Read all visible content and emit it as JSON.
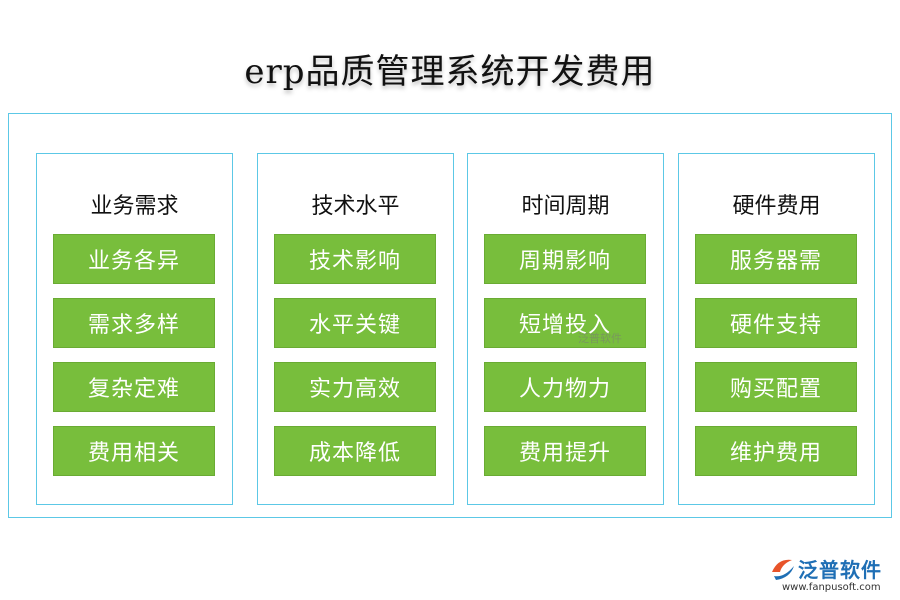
{
  "title": "erp品质管理系统开发费用",
  "columns": [
    {
      "heading": "业务需求",
      "items": [
        "业务各异",
        "需求多样",
        "复杂定难",
        "费用相关"
      ]
    },
    {
      "heading": "技术水平",
      "items": [
        "技术影响",
        "水平关键",
        "实力高效",
        "成本降低"
      ]
    },
    {
      "heading": "时间周期",
      "items": [
        "周期影响",
        "短增投入",
        "人力物力",
        "费用提升"
      ]
    },
    {
      "heading": "硬件费用",
      "items": [
        "服务器需",
        "硬件支持",
        "购买配置",
        "维护费用"
      ]
    }
  ],
  "colors": {
    "item_bg": "#78be3c",
    "border": "#5cc8e6",
    "brand": "#1f6fb5"
  },
  "watermark": "泛普软件",
  "logo": {
    "name": "泛普软件",
    "url": "www.fanpusoft.com"
  }
}
